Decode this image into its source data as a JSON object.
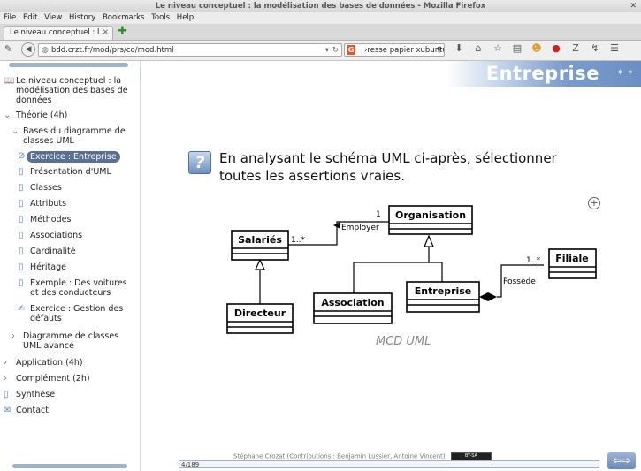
{
  "window": {
    "title": "Le niveau conceptuel : la modélisation des bases de données - Mozilla Firefox",
    "close": "✕"
  },
  "menu": [
    "File",
    "Edit",
    "View",
    "History",
    "Bookmarks",
    "Tools",
    "Help"
  ],
  "tab": {
    "label": "Le niveau conceptuel : l...",
    "close": "✕"
  },
  "nav": {
    "url": "bdd.crzt.fr/mod/prs/co/mod.html",
    "search_value": "›resse papier xubuntu"
  },
  "sidebar": {
    "items": [
      {
        "label": "Le niveau conceptuel : la modélisation des bases de données",
        "icon": "book-icon"
      },
      {
        "label": "Théorie (4h)",
        "icon": "chevron-down-icon"
      },
      {
        "label": "Bases du diagramme de classes UML",
        "icon": "chevron-down-icon"
      },
      {
        "label": "Exercice : Entreprise",
        "icon": "exercise-icon",
        "active": true
      },
      {
        "label": "Présentation d'UML",
        "icon": "page-icon"
      },
      {
        "label": "Classes",
        "icon": "page-icon"
      },
      {
        "label": "Attributs",
        "icon": "page-icon"
      },
      {
        "label": "Méthodes",
        "icon": "page-icon"
      },
      {
        "label": "Associations",
        "icon": "page-icon"
      },
      {
        "label": "Cardinalité",
        "icon": "page-icon"
      },
      {
        "label": "Héritage",
        "icon": "page-icon"
      },
      {
        "label": "Exemple : Des voitures et des conducteurs",
        "icon": "page-icon"
      },
      {
        "label": "Exercice : Gestion des défauts",
        "icon": "exercise-icon"
      },
      {
        "label": "Diagramme de classes UML avancé",
        "icon": "chevron-right-icon"
      },
      {
        "label": "Application (4h)",
        "icon": "chevron-right-icon"
      },
      {
        "label": "Complément (2h)",
        "icon": "chevron-right-icon"
      },
      {
        "label": "Synthèse",
        "icon": "page-icon"
      },
      {
        "label": "Contact",
        "icon": "mail-icon"
      }
    ]
  },
  "main": {
    "banner_title": "Entreprise",
    "question": "En analysant le schéma UML ci-après, sélectionner toutes les assertions vraies.",
    "caption": "MCD UML",
    "credit": "Stéphane Crozat (Contributions : Benjamin Lussier, Antoine Vincent)",
    "license": "BY-SA",
    "progress": "4/189",
    "progress_value": 4,
    "progress_total": 189
  },
  "diagram": {
    "classes": [
      "Salariés",
      "Organisation",
      "Directeur",
      "Association",
      "Entreprise",
      "Filiale"
    ],
    "assoc_employer": "Employer",
    "assoc_possede": "Possède",
    "card_salaries": "1..*",
    "card_organisation": "1",
    "card_filiale": "1..*"
  }
}
